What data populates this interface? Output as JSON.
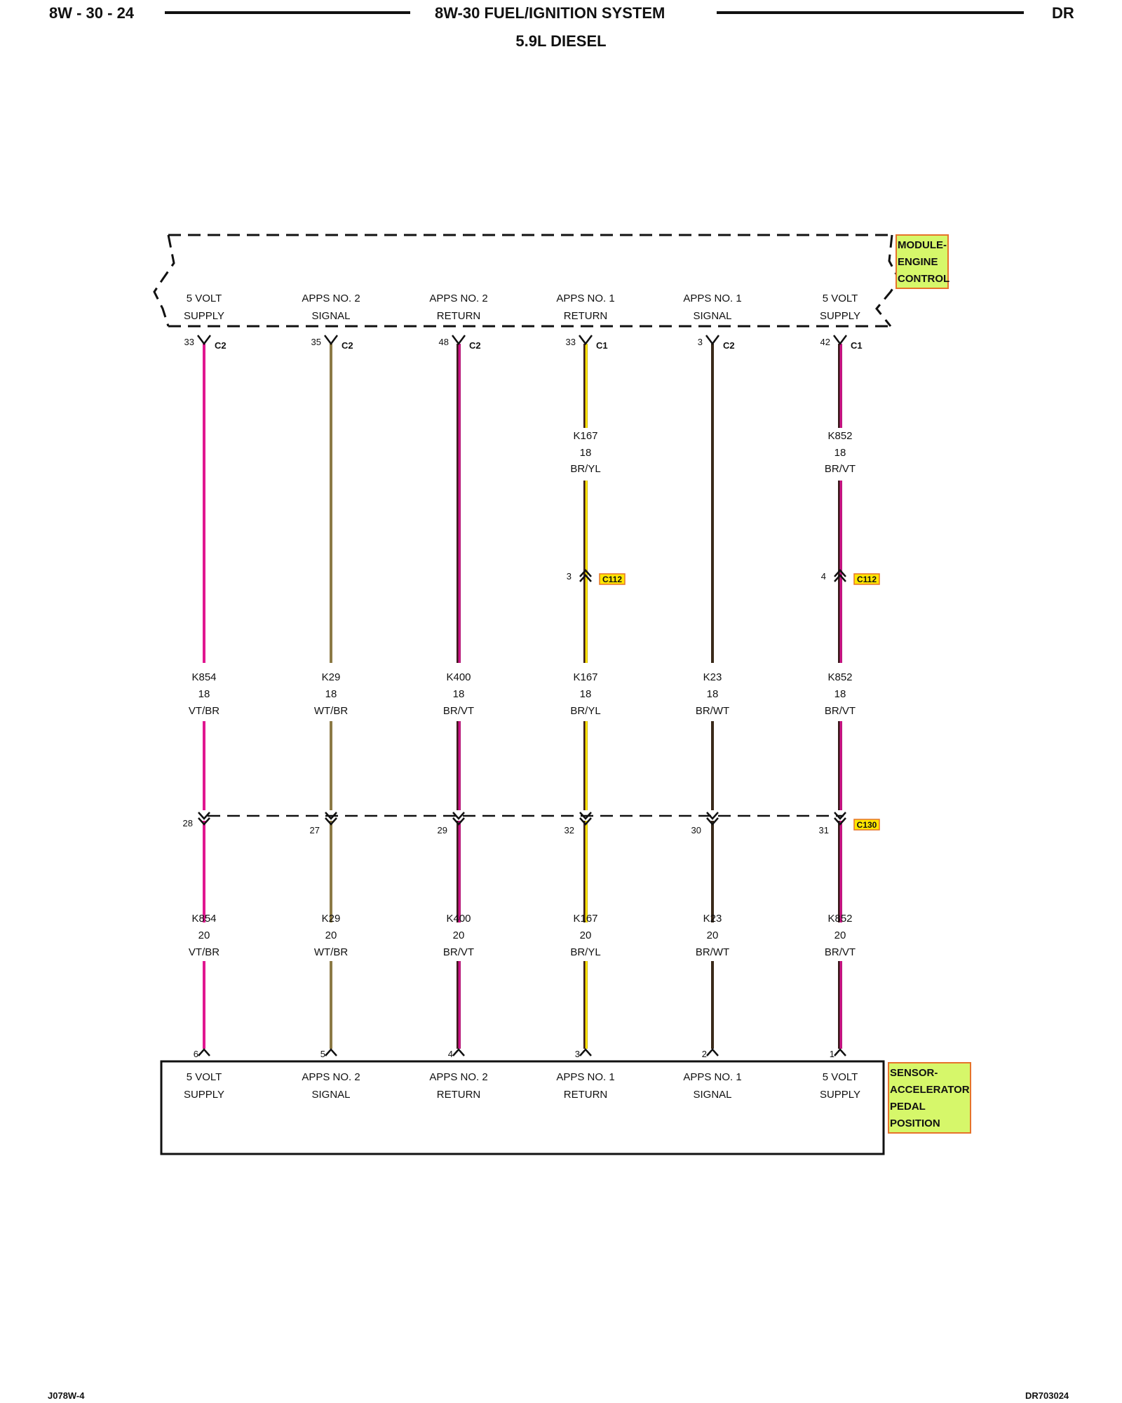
{
  "header": {
    "page_number": "8W - 30 - 24",
    "title": "8W-30 FUEL/IGNITION SYSTEM",
    "vehicle_code": "DR",
    "subtitle": "5.9L DIESEL"
  },
  "modules": {
    "top": {
      "tag_lines": [
        "MODULE-",
        "ENGINE",
        "CONTROL"
      ]
    },
    "bottom": {
      "tag_lines": [
        "SENSOR-",
        "ACCELERATOR",
        "PEDAL",
        "POSITION"
      ]
    }
  },
  "inline_connectors": {
    "c112": "C112",
    "c130": "C130"
  },
  "circuits": [
    {
      "top_label": [
        "5 VOLT",
        "SUPPLY"
      ],
      "top_pin": "33",
      "top_conn": "C2",
      "upper_wire": null,
      "c112_pin": null,
      "mid_wire": [
        "K854",
        "18",
        "VT/BR"
      ],
      "c130_pin": "28",
      "low_wire": [
        "K854",
        "20",
        "VT/BR"
      ],
      "bottom_pin": "6",
      "bottom_label": [
        "5 VOLT",
        "SUPPLY"
      ],
      "colors": [
        "#e0168f"
      ]
    },
    {
      "top_label": [
        "APPS NO. 2",
        "SIGNAL"
      ],
      "top_pin": "35",
      "top_conn": "C2",
      "upper_wire": null,
      "c112_pin": null,
      "mid_wire": [
        "K29",
        "18",
        "WT/BR"
      ],
      "c130_pin": "27",
      "low_wire": [
        "K29",
        "20",
        "WT/BR"
      ],
      "bottom_pin": "5",
      "bottom_label": [
        "APPS NO. 2",
        "SIGNAL"
      ],
      "colors": [
        "#8c7a45"
      ]
    },
    {
      "top_label": [
        "APPS NO. 2",
        "RETURN"
      ],
      "top_pin": "48",
      "top_conn": "C2",
      "upper_wire": null,
      "c112_pin": null,
      "mid_wire": [
        "K400",
        "18",
        "BR/VT"
      ],
      "c130_pin": "29",
      "low_wire": [
        "K400",
        "20",
        "BR/VT"
      ],
      "bottom_pin": "4",
      "bottom_label": [
        "APPS NO. 2",
        "RETURN"
      ],
      "colors": [
        "#3a1a1a",
        "#d0148a"
      ]
    },
    {
      "top_label": [
        "APPS NO. 1",
        "RETURN"
      ],
      "top_pin": "33",
      "top_conn": "C1",
      "upper_wire": [
        "K167",
        "18",
        "BR/YL"
      ],
      "c112_pin": "3",
      "mid_wire": [
        "K167",
        "18",
        "BR/YL"
      ],
      "c130_pin": "32",
      "low_wire": [
        "K167",
        "20",
        "BR/YL"
      ],
      "bottom_pin": "3",
      "bottom_label": [
        "APPS NO. 1",
        "RETURN"
      ],
      "colors": [
        "#3a1a1a",
        "#ffe600"
      ]
    },
    {
      "top_label": [
        "APPS NO. 1",
        "SIGNAL"
      ],
      "top_pin": "3",
      "top_conn": "C2",
      "upper_wire": null,
      "c112_pin": null,
      "mid_wire": [
        "K23",
        "18",
        "BR/WT"
      ],
      "c130_pin": "30",
      "low_wire": [
        "K23",
        "20",
        "BR/WT"
      ],
      "bottom_pin": "2",
      "bottom_label": [
        "APPS NO. 1",
        "SIGNAL"
      ],
      "colors": [
        "#3a2a1a"
      ]
    },
    {
      "top_label": [
        "5 VOLT",
        "SUPPLY"
      ],
      "top_pin": "42",
      "top_conn": "C1",
      "upper_wire": [
        "K852",
        "18",
        "BR/VT"
      ],
      "c112_pin": "4",
      "mid_wire": [
        "K852",
        "18",
        "BR/VT"
      ],
      "c130_pin": "31",
      "low_wire": [
        "K852",
        "20",
        "BR/VT"
      ],
      "bottom_pin": "1",
      "bottom_label": [
        "5 VOLT",
        "SUPPLY"
      ],
      "colors": [
        "#3a1a1a",
        "#d0148a"
      ]
    }
  ],
  "footer": {
    "left": "J078W-4",
    "right": "DR703024"
  }
}
